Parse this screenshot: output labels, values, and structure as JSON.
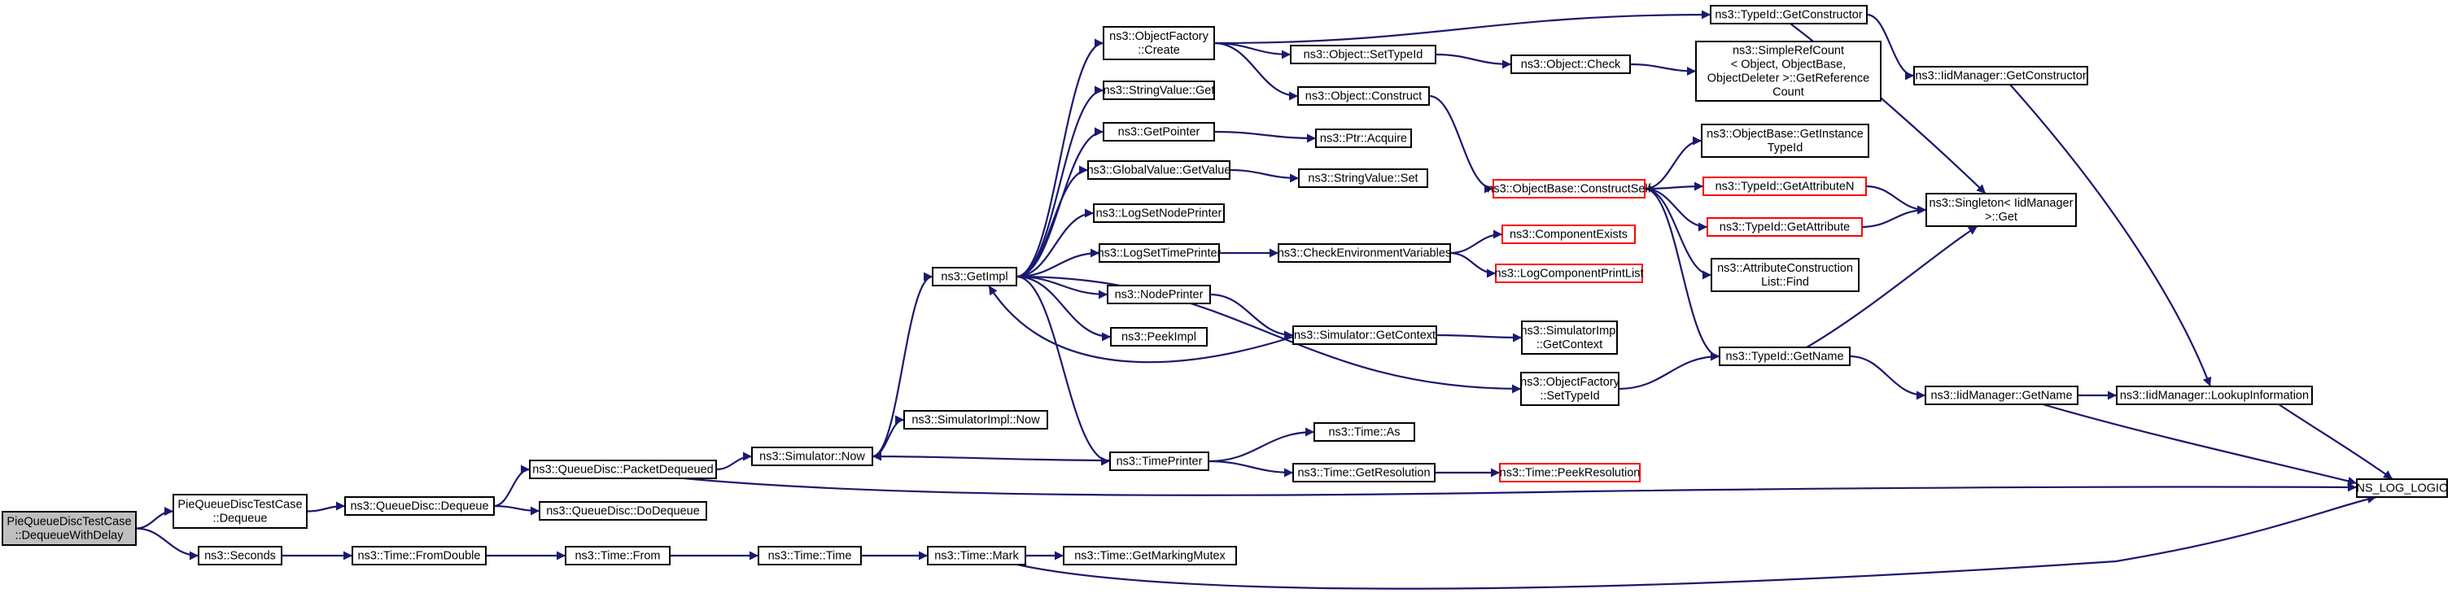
{
  "colors": {
    "edge": "#191970",
    "node_border": "#000000",
    "node_highlight_border": "#ff0000",
    "root_fill": "#bfbfbf",
    "node_fill": "#ffffff",
    "text": "#000000"
  },
  "graph": {
    "nodes": {
      "root": {
        "lines": [
          "PieQueueDiscTestCase",
          "::DequeueWithDelay"
        ],
        "style": "root"
      },
      "pqdtc_dequeue": {
        "lines": [
          "PieQueueDiscTestCase",
          "::Dequeue"
        ]
      },
      "seconds": {
        "lines": [
          "ns3::Seconds"
        ]
      },
      "qd_dequeue": {
        "lines": [
          "ns3::QueueDisc::Dequeue"
        ]
      },
      "qd_packetdequeued": {
        "lines": [
          "ns3::QueueDisc::PacketDequeued"
        ]
      },
      "qd_dodequeue": {
        "lines": [
          "ns3::QueueDisc::DoDequeue"
        ]
      },
      "sim_now": {
        "lines": [
          "ns3::Simulator::Now"
        ]
      },
      "simimpl_now": {
        "lines": [
          "ns3::SimulatorImpl::Now"
        ]
      },
      "getimpl": {
        "lines": [
          "ns3::GetImpl"
        ]
      },
      "of_create": {
        "lines": [
          "ns3::ObjectFactory",
          "::Create"
        ]
      },
      "stringvalue_get": {
        "lines": [
          "ns3::StringValue::Get"
        ]
      },
      "getpointer": {
        "lines": [
          "ns3::GetPointer"
        ]
      },
      "globalvalue_getvalue": {
        "lines": [
          "ns3::GlobalValue::GetValue"
        ]
      },
      "logsetnodeprinter": {
        "lines": [
          "ns3::LogSetNodePrinter"
        ]
      },
      "logsettimeprinter": {
        "lines": [
          "ns3::LogSetTimePrinter"
        ]
      },
      "nodeprinter": {
        "lines": [
          "ns3::NodePrinter"
        ]
      },
      "peekimpl": {
        "lines": [
          "ns3::PeekImpl"
        ]
      },
      "timeprinter": {
        "lines": [
          "ns3::TimePrinter"
        ]
      },
      "time_fromdouble": {
        "lines": [
          "ns3::Time::FromDouble"
        ]
      },
      "time_from": {
        "lines": [
          "ns3::Time::From"
        ]
      },
      "time_time": {
        "lines": [
          "ns3::Time::Time"
        ]
      },
      "time_mark": {
        "lines": [
          "ns3::Time::Mark"
        ]
      },
      "time_getmarkingmutex": {
        "lines": [
          "ns3::Time::GetMarkingMutex"
        ]
      },
      "obj_settypeid": {
        "lines": [
          "ns3::Object::SetTypeId"
        ]
      },
      "obj_construct": {
        "lines": [
          "ns3::Object::Construct"
        ]
      },
      "ptr_acquire": {
        "lines": [
          "ns3::Ptr::Acquire"
        ]
      },
      "stringvalue_set": {
        "lines": [
          "ns3::StringValue::Set"
        ]
      },
      "checkenvvars": {
        "lines": [
          "ns3::CheckEnvironmentVariables"
        ]
      },
      "sim_getcontext": {
        "lines": [
          "ns3::Simulator::GetContext"
        ]
      },
      "time_as": {
        "lines": [
          "ns3::Time::As"
        ]
      },
      "time_getresolution": {
        "lines": [
          "ns3::Time::GetResolution"
        ]
      },
      "typeid_getconstructor": {
        "lines": [
          "ns3::TypeId::GetConstructor"
        ]
      },
      "obj_check": {
        "lines": [
          "ns3::Object::Check"
        ]
      },
      "simplerefcount": {
        "lines": [
          "ns3::SimpleRefCount",
          "< Object, ObjectBase,",
          " ObjectDeleter >::GetReference",
          "Count"
        ]
      },
      "objbase_constructself": {
        "lines": [
          "ns3::ObjectBase::ConstructSelf"
        ],
        "style": "highlight"
      },
      "componentexists": {
        "lines": [
          "ns3::ComponentExists"
        ],
        "style": "highlight"
      },
      "logcomponentprintlist": {
        "lines": [
          "ns3::LogComponentPrintList"
        ],
        "style": "highlight"
      },
      "simimpl_getcontext": {
        "lines": [
          "ns3::SimulatorImpl",
          "::GetContext"
        ]
      },
      "of_settypeid": {
        "lines": [
          "ns3::ObjectFactory",
          "::SetTypeId"
        ]
      },
      "time_peekresolution": {
        "lines": [
          "ns3::Time::PeekResolution"
        ],
        "style": "highlight"
      },
      "objbase_getinstancetypeid": {
        "lines": [
          "ns3::ObjectBase::GetInstance",
          "TypeId"
        ]
      },
      "typeid_getattributen": {
        "lines": [
          "ns3::TypeId::GetAttributeN"
        ],
        "style": "highlight"
      },
      "typeid_getattribute": {
        "lines": [
          "ns3::TypeId::GetAttribute"
        ],
        "style": "highlight"
      },
      "attrconstructionlist_find": {
        "lines": [
          "ns3::AttributeConstruction",
          "List::Find"
        ]
      },
      "typeid_getname": {
        "lines": [
          "ns3::TypeId::GetName"
        ]
      },
      "iidmanager_getconstructor": {
        "lines": [
          "ns3::IidManager::GetConstructor"
        ]
      },
      "singleton_get": {
        "lines": [
          "ns3::Singleton< IidManager",
          " >::Get"
        ]
      },
      "iidmanager_getname": {
        "lines": [
          "ns3::IidManager::GetName"
        ]
      },
      "iidmanager_lookupinformation": {
        "lines": [
          "ns3::IidManager::LookupInformation"
        ]
      },
      "ns_log_logic": {
        "lines": [
          "NS_LOG_LOGIC"
        ]
      }
    }
  }
}
